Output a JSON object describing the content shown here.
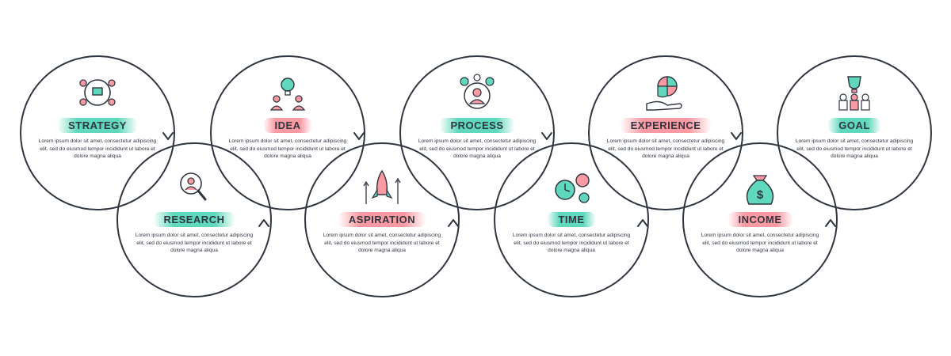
{
  "accent_teal": "#5fd8bd",
  "accent_pink": "#fb9aa3",
  "line_color": "#2f3640",
  "steps": [
    {
      "label": "STRATEGY",
      "accent": "teal",
      "icon": "team-strategy-icon",
      "text": "Lorem ipsum dolor sit amet, consectetur adipiscing elit, sed do eiusmod tempor incididunt ut labore et dolore magna aliqua"
    },
    {
      "label": "RESEARCH",
      "accent": "teal",
      "icon": "magnifier-person-icon",
      "text": "Lorem ipsum dolor sit amet, consectetur adipiscing elit, sed do eiusmod tempor incididunt ut labore et dolore magna aliqua"
    },
    {
      "label": "IDEA",
      "accent": "pink",
      "icon": "lightbulb-team-icon",
      "text": "Lorem ipsum dolor sit amet, consectetur adipiscing elit, sed do eiusmod tempor incididunt ut labore et dolore magna aliqua"
    },
    {
      "label": "ASPIRATION",
      "accent": "pink",
      "icon": "rocket-icon",
      "text": "Lorem ipsum dolor sit amet, consectetur adipiscing elit, sed do eiusmod tempor incididunt ut labore et dolore magna aliqua"
    },
    {
      "label": "PROCESS",
      "accent": "teal",
      "icon": "process-person-icon",
      "text": "Lorem ipsum dolor sit amet, consectetur adipiscing elit, sed do eiusmod tempor incididunt ut labore et dolore magna aliqua"
    },
    {
      "label": "TIME",
      "accent": "teal",
      "icon": "clock-gears-icon",
      "text": "Lorem ipsum dolor sit amet, consectetur adipiscing elit, sed do eiusmod tempor incididunt ut labore et dolore magna aliqua"
    },
    {
      "label": "EXPERIENCE",
      "accent": "pink",
      "icon": "puzzle-hand-icon",
      "text": "Lorem ipsum dolor sit amet, consectetur adipiscing elit, sed do eiusmod tempor incididunt ut labore et dolore magna aliqua"
    },
    {
      "label": "INCOME",
      "accent": "pink",
      "icon": "money-bag-icon",
      "text": "Lorem ipsum dolor sit amet, consectetur adipiscing elit, sed do eiusmod tempor incididunt ut labore et dolore magna aliqua"
    },
    {
      "label": "GOAL",
      "accent": "teal",
      "icon": "trophy-team-icon",
      "text": "Lorem ipsum dolor sit amet, consectetur adipiscing elit, sed do eiusmod tempor incididunt ut labore et dolore magna aliqua"
    }
  ]
}
